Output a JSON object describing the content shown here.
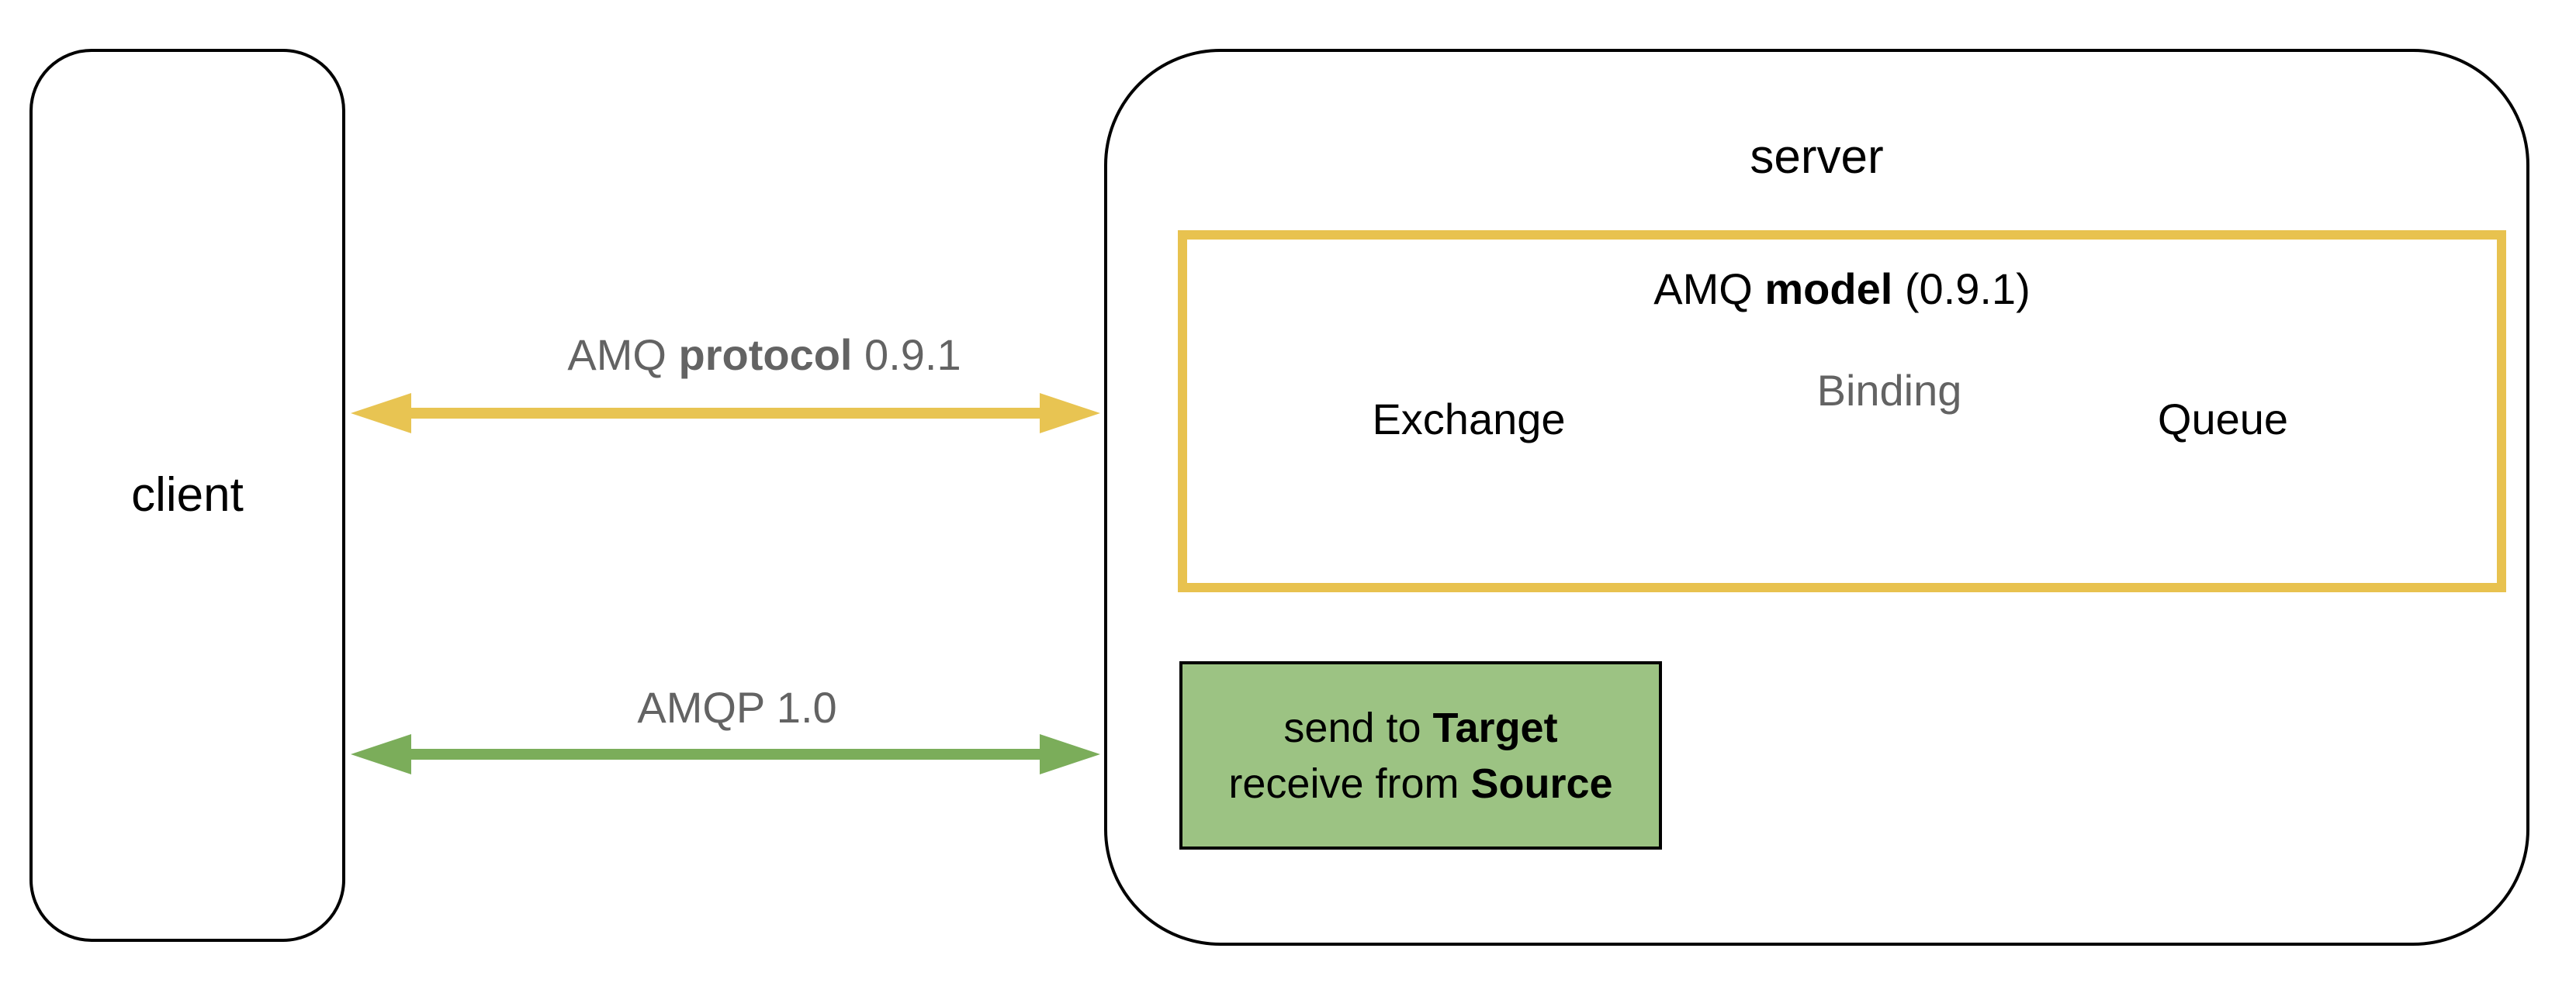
{
  "colors": {
    "gold": "#E8C452",
    "gold_border": "#E8C24F",
    "green_arrow": "#7BAD5A",
    "green_fill": "#9CC383",
    "gray_text": "#636363",
    "cylinder_stroke": "#666666",
    "black": "#000000"
  },
  "client": {
    "label": "client"
  },
  "server": {
    "label": "server"
  },
  "connections": {
    "amqp091": {
      "pre": "AMQ ",
      "bold": "protocol",
      "post": " 0.9.1"
    },
    "amqp10": {
      "label": "AMQP 1.0"
    }
  },
  "amq_model": {
    "title_pre": "AMQ ",
    "title_bold": "model",
    "title_post": " (0.9.1)"
  },
  "exchange": {
    "label": "Exchange"
  },
  "binding": {
    "label": "Binding"
  },
  "queue": {
    "label": "Queue"
  },
  "amqp_node": {
    "line1_pre": "send to ",
    "line1_bold": "Target",
    "line2_pre": "receive from ",
    "line2_bold": "Source"
  }
}
